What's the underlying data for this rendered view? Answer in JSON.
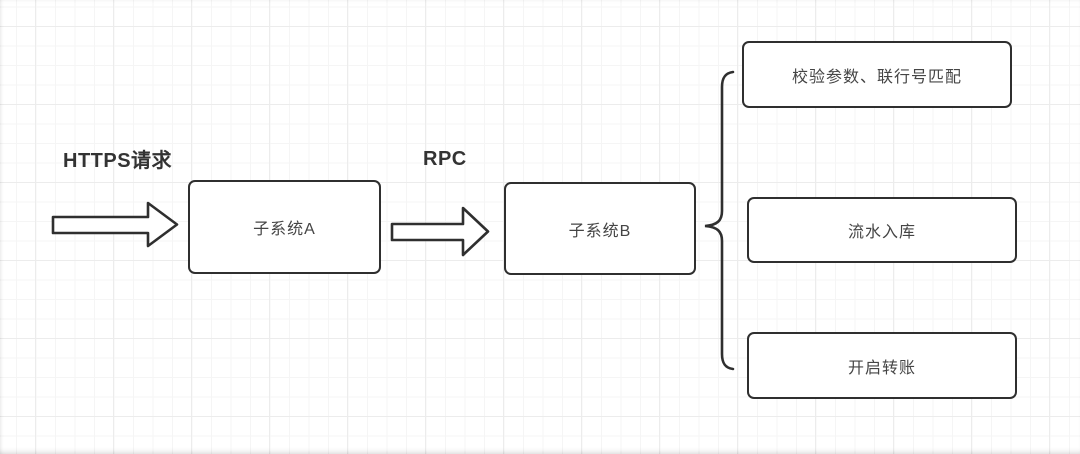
{
  "diagram": {
    "flow_labels": {
      "https_request": "HTTPS请求",
      "rpc": "RPC"
    },
    "nodes": {
      "subsystem_a": {
        "label": "子系统A"
      },
      "subsystem_b": {
        "label": "子系统B"
      },
      "task_validate": {
        "label": "校验参数、联行号匹配"
      },
      "task_store": {
        "label": "流水入库"
      },
      "task_transfer": {
        "label": "开启转账"
      }
    },
    "colors": {
      "stroke": "#2f2f2f",
      "label_text": "#333333",
      "node_text": "#454545",
      "node_fill": "#ffffff",
      "grid_minor": "#f5f5f5",
      "grid_major": "#ececec",
      "background": "#ffffff"
    }
  }
}
